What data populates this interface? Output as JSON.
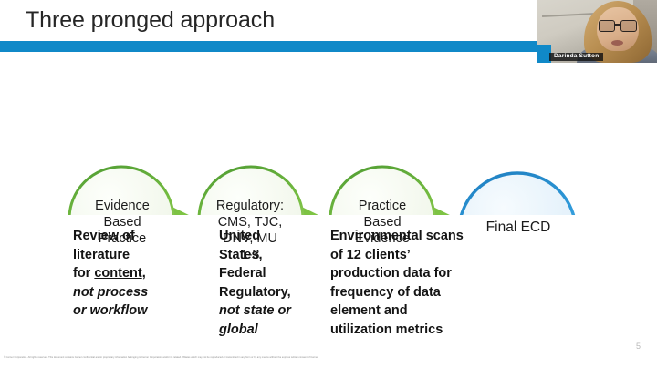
{
  "slide": {
    "title": "Three pronged approach",
    "page_number": "5",
    "accent_blue": "#1089C8",
    "accent_green": "#7DC242",
    "footer_legal": "© Cerner Corporation. All rights reserved. This document contains Cerner confidential and/or proprietary information belonging to Cerner Corporation and/or its related affiliates which may not be reproduced or transmitted in any form or by any means without the express written consent of Cerner."
  },
  "webcam": {
    "participant_name": "Darinda Sutton"
  },
  "diagram": {
    "nodes": [
      {
        "label": "Evidence\nBased\nPractice",
        "shape": "circle",
        "fill": "#F4F8F0",
        "stroke": "#6AAE3F"
      },
      {
        "label": "Regulatory:\nCMS, TJC,\nDNV, MU\n1-3",
        "shape": "circle",
        "fill": "#F4F8F0",
        "stroke": "#6AAE3F"
      },
      {
        "label": "Practice\nBased\nEvidence",
        "shape": "circle",
        "fill": "#F4F8F0",
        "stroke": "#6AAE3F"
      },
      {
        "label": "Final ECD",
        "shape": "circle",
        "fill": "#E8F4FB",
        "stroke": "#2D94D6"
      }
    ],
    "arrows": [
      {
        "name": "arrow-1-to-2",
        "fill": "#7DC242"
      },
      {
        "name": "arrow-2-to-3",
        "fill": "#7DC242"
      },
      {
        "name": "arrow-3-to-4",
        "fill": "#7DC242"
      }
    ]
  },
  "captions": [
    {
      "line_1": "Review of",
      "line_2": "literature",
      "line_3_pre": "for ",
      "line_3_underlined": "content",
      "line_3_post": ",",
      "line_4_italic": "not process",
      "line_5_italic": "or workflow"
    },
    {
      "line_1": "United",
      "line_2": "States,",
      "line_3": "Federal",
      "line_4": "Regulatory,",
      "line_5_italic": "not state or",
      "line_6_italic": "global"
    },
    {
      "text": "Environmental scans of 12 clients’ production data for frequency of data element and utilization metrics"
    }
  ]
}
